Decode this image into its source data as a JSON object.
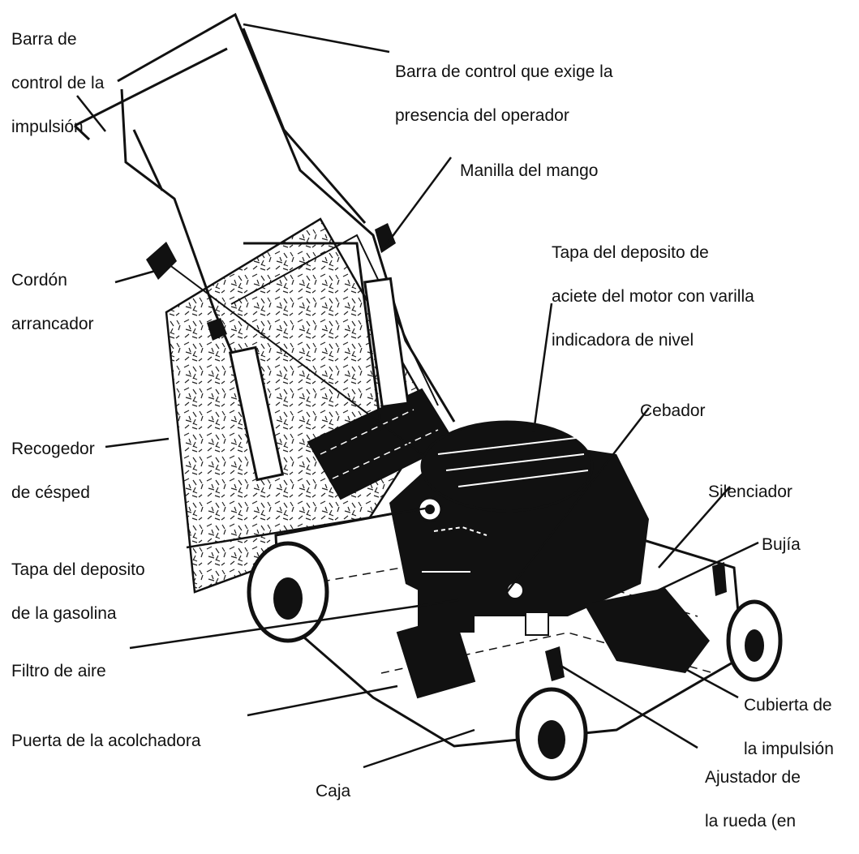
{
  "diagram": {
    "labels": {
      "drive_control_bar": [
        "Barra de",
        "control de la",
        "impulsión"
      ],
      "operator_presence_bar": [
        "Barra de control que exige la",
        "presencia del operador"
      ],
      "handle_knob": [
        "Manilla del mango"
      ],
      "starter_cord": [
        "Cordón",
        "arrancador"
      ],
      "oil_cap_dipstick": [
        "Tapa del deposito de",
        "aciete del motor con varilla",
        "indicadora de nivel"
      ],
      "primer": [
        "Cebador"
      ],
      "grass_catcher": [
        "Recogedor",
        "de césped"
      ],
      "muffler": [
        "Silenciador"
      ],
      "spark_plug": [
        "Bujía"
      ],
      "fuel_cap": [
        "Tapa del deposito",
        "de la gasolina"
      ],
      "air_filter": [
        "Filtro de aire"
      ],
      "drive_cover": [
        "Cubierta de",
        "la impulsión"
      ],
      "mulcher_door": [
        "Puerta de la acolchadora"
      ],
      "wheel_adjuster": [
        "Ajustador de",
        "la rueda (en"
      ],
      "housing": [
        "Caja"
      ]
    }
  }
}
